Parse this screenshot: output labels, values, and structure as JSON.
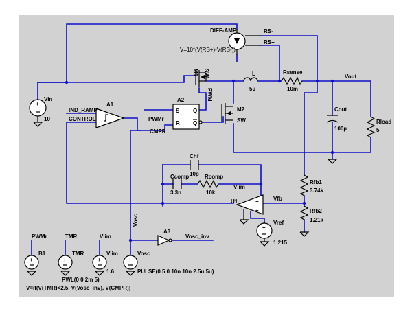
{
  "colors": {
    "background": "#d2d2d2",
    "wire": "#1010c8",
    "component": "#000000",
    "frame": "#ffffff"
  },
  "labels": {
    "diff_amp": "DIFF-AMP",
    "diff_amp_expr": "V=10*(V(RS+)-V(RS-))",
    "rs_minus": "RS-",
    "rs_plus": "RS+",
    "m1": "M1",
    "m1_sw": "SW",
    "m1_pwm": "PWM",
    "inductor_name": "L",
    "inductor_value": "5µ",
    "rsense_name": "Rsense",
    "rsense_value": "10m",
    "vout": "Vout",
    "vin_name": "Vin",
    "vin_value": "10",
    "a1": "A1",
    "a2": "A2",
    "ind_ramp": "IND_RAMP",
    "control": "CONTROL",
    "pwmr_a2": "PWMr",
    "cmpr": "CMPR",
    "pin_s": "S",
    "pin_r": "R",
    "pin_q": "Q",
    "pin_qbar": "Q",
    "m2": "M2",
    "m2_sw": "SW",
    "cout_name": "Cout",
    "cout_value": "100µ",
    "rload_name": "Rload",
    "rload_value": "5",
    "chf_name": "Chf",
    "chf_value": "10p",
    "ccomp_name": "Ccomp",
    "ccomp_value": "3.3n",
    "rcomp_name": "Rcomp",
    "rcomp_value": "10k",
    "vlim_u1": "Vlim",
    "u1": "U1",
    "vfb": "Vfb",
    "rfb1_name": "Rfb1",
    "rfb1_value": "3.74k",
    "rfb2_name": "Rfb2",
    "rfb2_value": "1.21k",
    "vref_name": "Vref",
    "vref_value": "1.215",
    "vosc_vertical": "Vosc",
    "a3": "A3",
    "vosc_inv": "Vosc_inv",
    "pwmr_b1": "PWMr",
    "b1": "B1",
    "tmr_label": "TMR",
    "tmr_src": "TMR",
    "vlim_label": "Vlim",
    "vlim_src": "Vlim",
    "vlim_value": "1.6",
    "vosc_src": "Vosc",
    "pwl": "PWL(0 0 2m 5)",
    "pulse": "PULSE(0 5 0 10n 10n 2.5u 5u)",
    "b1_expr": "V=if(V(TMR)<2.5, V(Vosc_inv), V(CMPR))"
  }
}
